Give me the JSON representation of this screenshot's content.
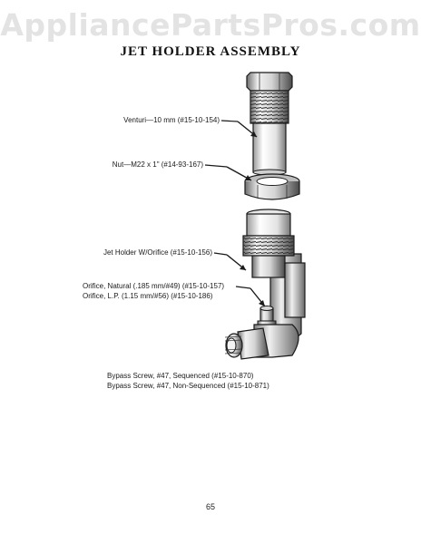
{
  "watermark": "AppliancePartsPros.com",
  "title": "JET HOLDER ASSEMBLY",
  "parts": {
    "venturi": "Venturi—10 mm (#15-10-154)",
    "nut": "Nut—M22 x 1\" (#14-93-167)",
    "jet_holder": "Jet Holder W/Orifice (#15-10-156)",
    "orifice_natural": "Orifice, Natural (.185 mm/#49) (#15-10-157)",
    "orifice_lp": "Orifice, L.P. (1.15 mm/#56) (#15-10-186)",
    "bypass_sequenced": "Bypass Screw, #47, Sequenced (#15-10-870)",
    "bypass_non_sequenced": "Bypass Screw, #47, Non-Sequenced (#15-10-871)"
  },
  "page_number": "65",
  "colors": {
    "line": "#1a1a1a",
    "shade": "#8a8a8a",
    "watermark": "#e3e3e3"
  }
}
